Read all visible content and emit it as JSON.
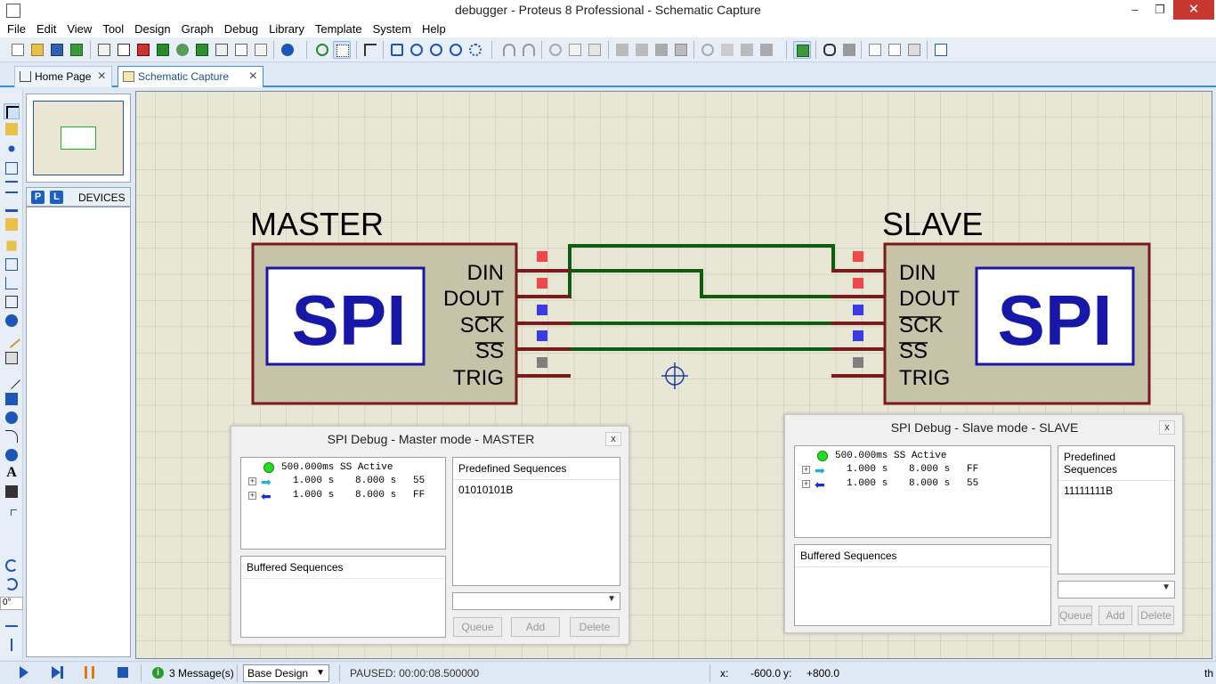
{
  "window": {
    "title": "debugger - Proteus 8 Professional - Schematic Capture",
    "controls": {
      "minimize": "‒",
      "maximize": "❐",
      "close": "✕"
    }
  },
  "menu": [
    "File",
    "Edit",
    "View",
    "Tool",
    "Design",
    "Graph",
    "Debug",
    "Library",
    "Template",
    "System",
    "Help"
  ],
  "tabs": [
    {
      "label": "Home Page",
      "active": false
    },
    {
      "label": "Schematic Capture",
      "active": true
    }
  ],
  "sidebar": {
    "devices_header": "DEVICES",
    "pick_button": "P",
    "library_button": "L",
    "rotation_value": "0°"
  },
  "schematic": {
    "master": {
      "name": "MASTER",
      "logo": "SPI",
      "pins": [
        "DIN",
        "DOUT",
        "SCK",
        "SS",
        "TRIG"
      ]
    },
    "slave": {
      "name": "SLAVE",
      "logo": "SPI",
      "pins": [
        "DIN",
        "DOUT",
        "SCK",
        "SS",
        "TRIG"
      ]
    },
    "colors": {
      "component_fill": "#c6c3a9",
      "component_border": "#7a1a1a",
      "wire": "#0e5c0e",
      "pin_high": "#f04848",
      "pin_low": "#3a3ae8",
      "pin_float": "#808080",
      "logo_text": "#1818a8",
      "grid_bg": "#e8e6d4"
    }
  },
  "master_debug": {
    "title": "SPI Debug - Master mode - MASTER",
    "close": "x",
    "status_line": "500.000ms SS Active",
    "entries": [
      {
        "dir": "out",
        "time": "1.000 s",
        "dur": "8.000 s",
        "value": "55"
      },
      {
        "dir": "in",
        "time": "1.000 s",
        "dur": "8.000 s",
        "value": "FF"
      }
    ],
    "buffered_header": "Buffered Sequences",
    "predefined_header": "Predefined Sequences",
    "predefined_items": [
      "01010101B"
    ],
    "buttons": {
      "queue": "Queue",
      "add": "Add",
      "delete": "Delete"
    }
  },
  "slave_debug": {
    "title": "SPI Debug - Slave mode - SLAVE",
    "close": "x",
    "status_line": "500.000ms SS Active",
    "entries": [
      {
        "dir": "out",
        "time": "1.000 s",
        "dur": "8.000 s",
        "value": "FF"
      },
      {
        "dir": "in",
        "time": "1.000 s",
        "dur": "8.000 s",
        "value": "55"
      }
    ],
    "buffered_header": "Buffered Sequences",
    "predefined_header": "Predefined Sequences",
    "predefined_items": [
      "11111111B"
    ],
    "buttons": {
      "queue": "Queue",
      "add": "Add",
      "delete": "Delete"
    }
  },
  "statusbar": {
    "messages": "3 Message(s)",
    "design": "Base Design",
    "sim_status": "PAUSED: 00:00:08.500000",
    "x_label": "x:",
    "x_value": "-600.0",
    "y_label": "y:",
    "y_value": "+800.0",
    "units": "th"
  }
}
